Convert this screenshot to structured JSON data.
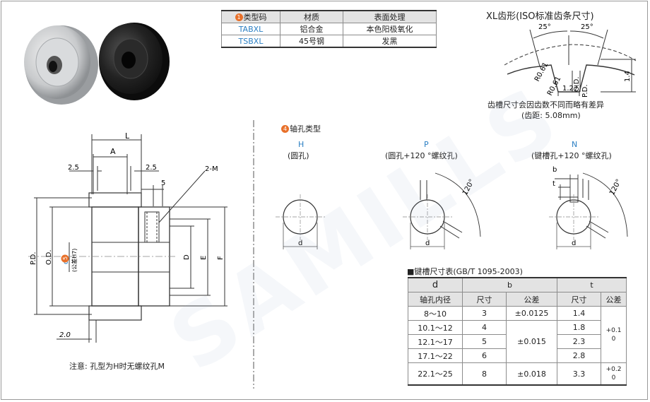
{
  "material_table": {
    "badge": "1",
    "headers": [
      "类型码",
      "材质",
      "表面处理"
    ],
    "rows": [
      [
        "TABXL",
        "铝合金",
        "本色阳极氧化"
      ],
      [
        "TSBXL",
        "45号钢",
        "发黑"
      ]
    ]
  },
  "tooth_profile": {
    "title": "XL齿形(ISO标准齿条尺寸)",
    "angle_left": "25°",
    "angle_right": "25°",
    "r_top": "R0.61",
    "r_bottom": "R0.61",
    "width": "1.27",
    "depth": "1.4",
    "od": "O.D.",
    "pd": "P.D.",
    "note1": "齿槽尺寸会因齿数不同而略有差异",
    "note2": "(齿距: 5.08mm)"
  },
  "main_drawing": {
    "dim_L": "L",
    "dim_A": "A",
    "dim_2_5_left": "2.5",
    "dim_2_5_right": "2.5",
    "dim_5": "5",
    "thread": "2-M",
    "pd": "P.D.",
    "od": "O.D.",
    "d_badge": "5",
    "d_label": "d",
    "d_tol": "(公差H7)",
    "dim_D": "D",
    "dim_E": "E",
    "dim_F": "F",
    "dim_2_0": "2.0",
    "note": "注意: 孔型为H时无螺纹孔M"
  },
  "bore_types": {
    "badge": "4",
    "title": "轴孔类型",
    "items": [
      {
        "code": "H",
        "desc": "(圆孔)"
      },
      {
        "code": "P",
        "desc": "(圆孔+120 °螺纹孔)"
      },
      {
        "code": "N",
        "desc": "(键槽孔+120 °螺纹孔)"
      }
    ],
    "angle": "120°",
    "d": "d",
    "b": "b",
    "t": "t"
  },
  "keyway_table": {
    "title": "■键槽尺寸表(GB/T 1095-2003)",
    "h_d": "d",
    "h_bore": "轴孔内径",
    "h_b": "b",
    "h_t": "t",
    "h_size": "尺寸",
    "h_tol": "公差",
    "rows": [
      {
        "d": "8～10",
        "b": "3",
        "t": "1.4"
      },
      {
        "d": "10.1～12",
        "b": "4",
        "t": "1.8"
      },
      {
        "d": "12.1～17",
        "b": "5",
        "t": "2.3"
      },
      {
        "d": "17.1～22",
        "b": "6",
        "t": "2.8"
      },
      {
        "d": "22.1～25",
        "b": "8",
        "t": "3.3"
      }
    ],
    "b_tol_1": "±0.0125",
    "b_tol_2": "±0.015",
    "b_tol_3": "±0.018",
    "t_tol_1_upper": "+0.1",
    "t_tol_1_lower": "0",
    "t_tol_2_upper": "+0.2",
    "t_tol_2_lower": "0"
  },
  "watermark": "SAMILLS"
}
